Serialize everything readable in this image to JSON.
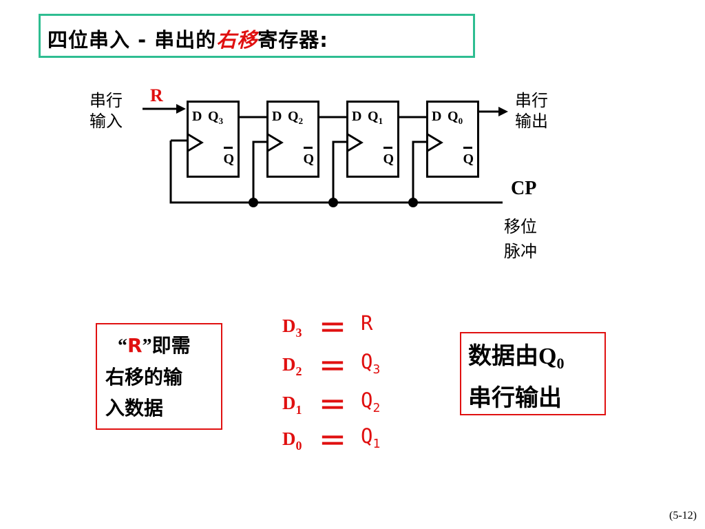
{
  "title": {
    "part1": "四位串入 - 串出的",
    "part2": "右移",
    "part3": "寄存器:"
  },
  "circuit": {
    "serial_input_line1": "串行",
    "serial_input_line2": "输入",
    "input_label": "R",
    "serial_output_line1": "串行",
    "serial_output_line2": "输出",
    "clock_label": "CP",
    "shift_pulse_line1": "移位",
    "shift_pulse_line2": "脉冲",
    "flip_flops": [
      {
        "d": "D",
        "q": "Q",
        "q_sub": "3",
        "qbar": "Q"
      },
      {
        "d": "D",
        "q": "Q",
        "q_sub": "2",
        "qbar": "Q"
      },
      {
        "d": "D",
        "q": "Q",
        "q_sub": "1",
        "qbar": "Q"
      },
      {
        "d": "D",
        "q": "Q",
        "q_sub": "0",
        "qbar": "Q"
      }
    ]
  },
  "equations": [
    {
      "lhs": "D",
      "lhs_sub": "3",
      "op": "＝",
      "rhs": "R",
      "rhs_sub": ""
    },
    {
      "lhs": "D",
      "lhs_sub": "2",
      "op": "＝",
      "rhs": "Q",
      "rhs_sub": "3"
    },
    {
      "lhs": "D",
      "lhs_sub": "1",
      "op": "＝",
      "rhs": "Q",
      "rhs_sub": "2"
    },
    {
      "lhs": "D",
      "lhs_sub": "0",
      "op": "＝",
      "rhs": "Q",
      "rhs_sub": "1"
    }
  ],
  "note": {
    "open_quote": "“",
    "r": "R",
    "close_quote": "”",
    "rest_line1": "即需",
    "line2": "右移的输",
    "line3": "入数据"
  },
  "output_note": {
    "line1": "数据由",
    "q": "Q",
    "q_sub": "0",
    "line2": "串行输出"
  },
  "page_number": "(5-12)",
  "colors": {
    "title_border": "#2ebd91",
    "accent": "#e01010"
  }
}
